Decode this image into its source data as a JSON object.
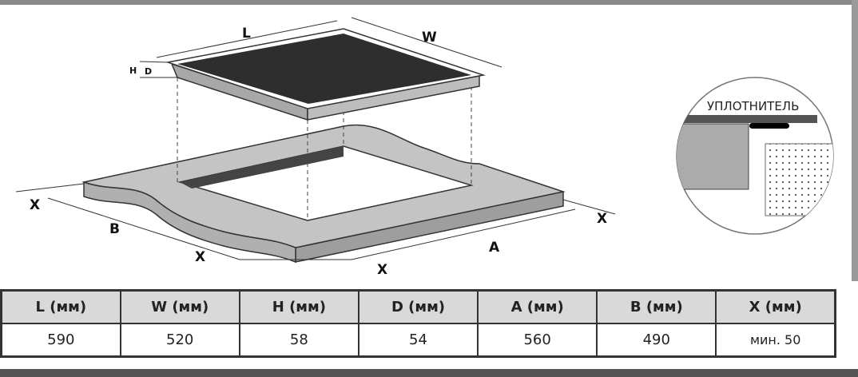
{
  "diagram": {
    "labels": {
      "L": "L",
      "W": "W",
      "H": "H",
      "D": "D",
      "A": "A",
      "B": "B",
      "X": "X"
    },
    "seal_label": "УПЛОТНИТЕЛЬ"
  },
  "table": {
    "headers": [
      "L (мм)",
      "W (мм)",
      "H (мм)",
      "D (мм)",
      "A (мм)",
      "B (мм)",
      "X (мм)"
    ],
    "values": [
      "590",
      "520",
      "58",
      "54",
      "560",
      "490",
      "мин. 50"
    ]
  }
}
